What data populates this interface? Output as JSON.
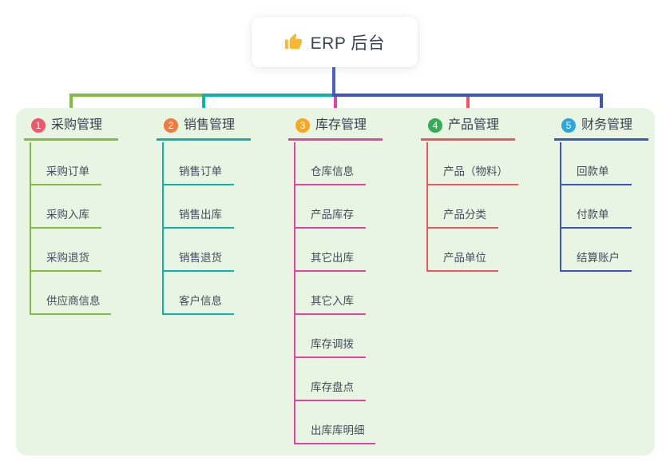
{
  "root": {
    "title": "ERP 后台",
    "icon": "thumbs-up",
    "icon_color": "#f7b731"
  },
  "colors": {
    "canvas_bg": "#ffffff",
    "panel_bg": "#e8f5e3",
    "root_line": "#4a60cc",
    "header_text": "#39424f",
    "child_text": "#434d5b"
  },
  "branches": [
    {
      "index": "1",
      "label": "采购管理",
      "badge_color": "#f2566b",
      "line_color": "#84bb42",
      "children": [
        "采购订单",
        "采购入库",
        "采购退货",
        "供应商信息"
      ]
    },
    {
      "index": "2",
      "label": "销售管理",
      "badge_color": "#f27a3d",
      "line_color": "#0db2ac",
      "children": [
        "销售订单",
        "销售出库",
        "销售退货",
        "客户信息"
      ]
    },
    {
      "index": "3",
      "label": "库存管理",
      "badge_color": "#f7a81f",
      "line_color": "#e5439f",
      "children": [
        "仓库信息",
        "产品库存",
        "其它出库",
        "其它入库",
        "库存调拨",
        "库存盘点",
        "出库库明细"
      ]
    },
    {
      "index": "4",
      "label": "产品管理",
      "badge_color": "#34ad57",
      "line_color": "#f0565f",
      "children": [
        "产品（物料）",
        "产品分类",
        "产品单位"
      ]
    },
    {
      "index": "5",
      "label": "财务管理",
      "badge_color": "#2aa7dc",
      "line_color": "#3c55c0",
      "children": [
        "回款单",
        "付款单",
        "结算账户"
      ]
    }
  ]
}
